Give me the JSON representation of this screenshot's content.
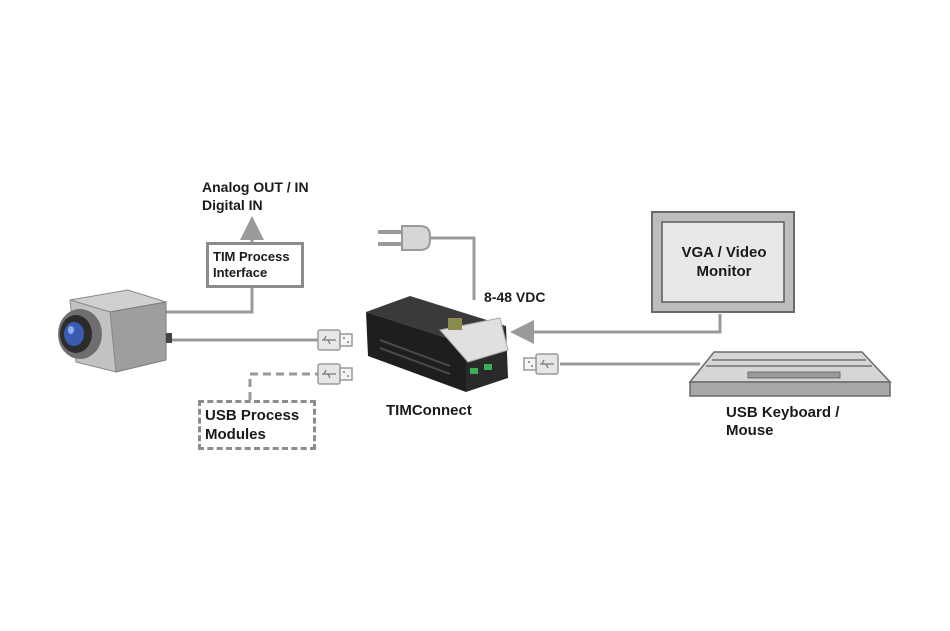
{
  "labels": {
    "analog_out_in": "Analog OUT / IN",
    "digital_in": "Digital IN",
    "tim_process_1": "TIM Process",
    "tim_process_2": "Interface",
    "vdc": "8-48 VDC",
    "usb_process_1": "USB Process",
    "usb_process_2": "Modules",
    "timconnect": "TIMConnect",
    "vga_1": "VGA / Video",
    "vga_2": "Monitor",
    "keyboard_1": "USB Keyboard /",
    "keyboard_2": "Mouse"
  },
  "icons": {
    "camera": "thermal-camera-icon",
    "device": "timconnect-device-icon",
    "monitor": "monitor-icon",
    "keyboard": "keyboard-icon",
    "plug": "power-plug-icon",
    "usb": "usb-connector-icon"
  },
  "colors": {
    "line": "#9a9a9a",
    "device_dark": "#1e1e1e",
    "camera_body": "#b4b4b4",
    "lens_blue": "#3a5bb0"
  }
}
